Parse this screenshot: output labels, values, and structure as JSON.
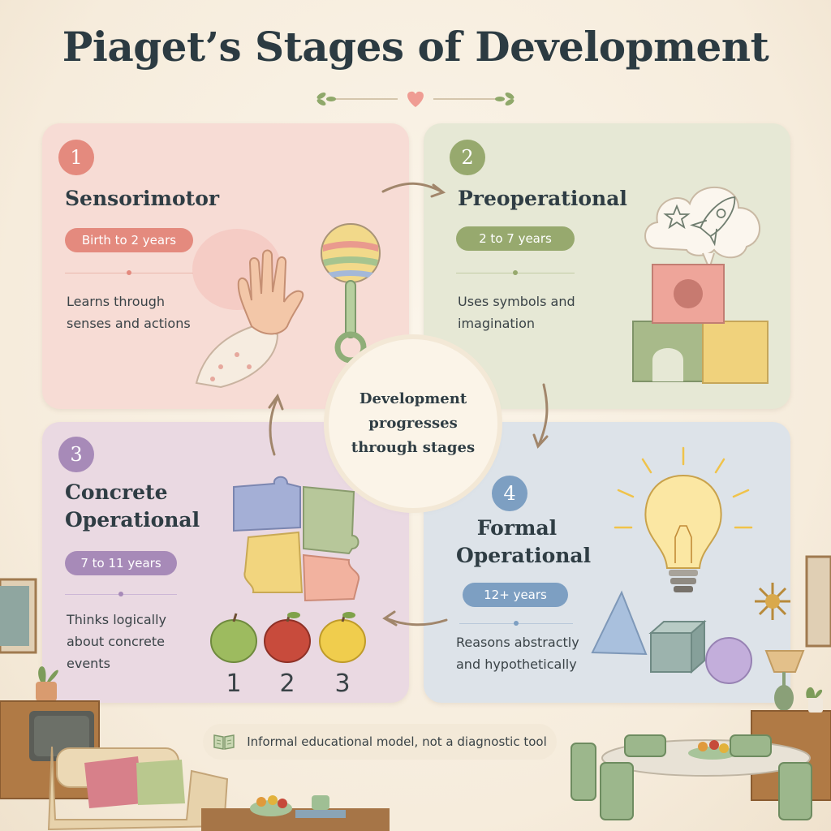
{
  "title": "Piaget’s Stages of Development",
  "stages": [
    {
      "number": "1",
      "name_lines": [
        "Sensorimotor"
      ],
      "age": "Birth to 2 years",
      "description_lines": [
        "Learns through",
        "senses and actions"
      ],
      "color": "#e48a7e"
    },
    {
      "number": "2",
      "name_lines": [
        "Preoperational"
      ],
      "age": "2 to 7 years",
      "description_lines": [
        "Uses symbols and",
        "imagination"
      ],
      "color": "#97a96e"
    },
    {
      "number": "3",
      "name_lines": [
        "Concrete",
        "Operational"
      ],
      "age": "7 to 11 years",
      "description_lines": [
        "Thinks logically",
        "about concrete",
        "events"
      ],
      "color": "#a78ab8"
    },
    {
      "number": "4",
      "name_lines": [
        "Formal",
        "Operational"
      ],
      "age": "12+ years",
      "description_lines": [
        "Reasons abstractly",
        "and hypothetically"
      ],
      "color": "#7d9fc2"
    }
  ],
  "center_text": "Development progresses through stages",
  "puzzle_numbers": [
    "1",
    "2",
    "3"
  ],
  "footer_note": "Informal educational model, not a diagnostic tool",
  "icons": [
    "hand-icon",
    "rattle-icon",
    "thought-bubble-icon",
    "star-icon",
    "rocket-icon",
    "blocks-icon",
    "puzzle-icon",
    "apple-icon",
    "lightbulb-icon",
    "pyramid-icon",
    "cube-icon",
    "sphere-icon",
    "book-icon",
    "heart-icon"
  ]
}
